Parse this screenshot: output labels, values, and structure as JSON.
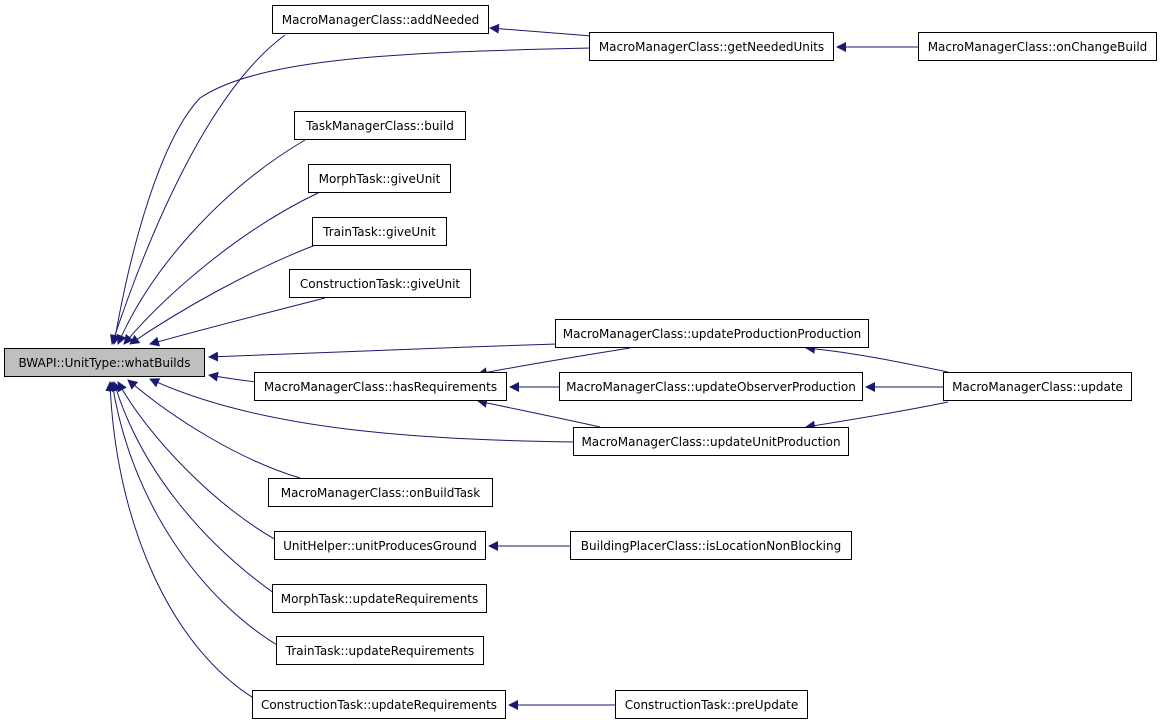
{
  "edge_color": "#191970",
  "node_border_color": "#000000",
  "root_fill_color": "#bfbfbf",
  "nodes": {
    "root": "BWAPI::UnitType::whatBuilds",
    "add_needed": "MacroManagerClass::addNeeded",
    "get_needed_units": "MacroManagerClass::getNeededUnits",
    "on_change_build": "MacroManagerClass::onChangeBuild",
    "task_build": "TaskManagerClass::build",
    "morph_give_unit": "MorphTask::giveUnit",
    "train_give_unit": "TrainTask::giveUnit",
    "construction_give_unit": "ConstructionTask::giveUnit",
    "update_production_production": "MacroManagerClass::updateProductionProduction",
    "has_requirements": "MacroManagerClass::hasRequirements",
    "update_observer_production": "MacroManagerClass::updateObserverProduction",
    "macro_update": "MacroManagerClass::update",
    "update_unit_production": "MacroManagerClass::updateUnitProduction",
    "on_build_task": "MacroManagerClass::onBuildTask",
    "unit_produces_ground": "UnitHelper::unitProducesGround",
    "is_location_non_blocking": "BuildingPlacerClass::isLocationNonBlocking",
    "morph_update_requirements": "MorphTask::updateRequirements",
    "train_update_requirements": "TrainTask::updateRequirements",
    "construction_update_requirements": "ConstructionTask::updateRequirements",
    "construction_pre_update": "ConstructionTask::preUpdate"
  }
}
